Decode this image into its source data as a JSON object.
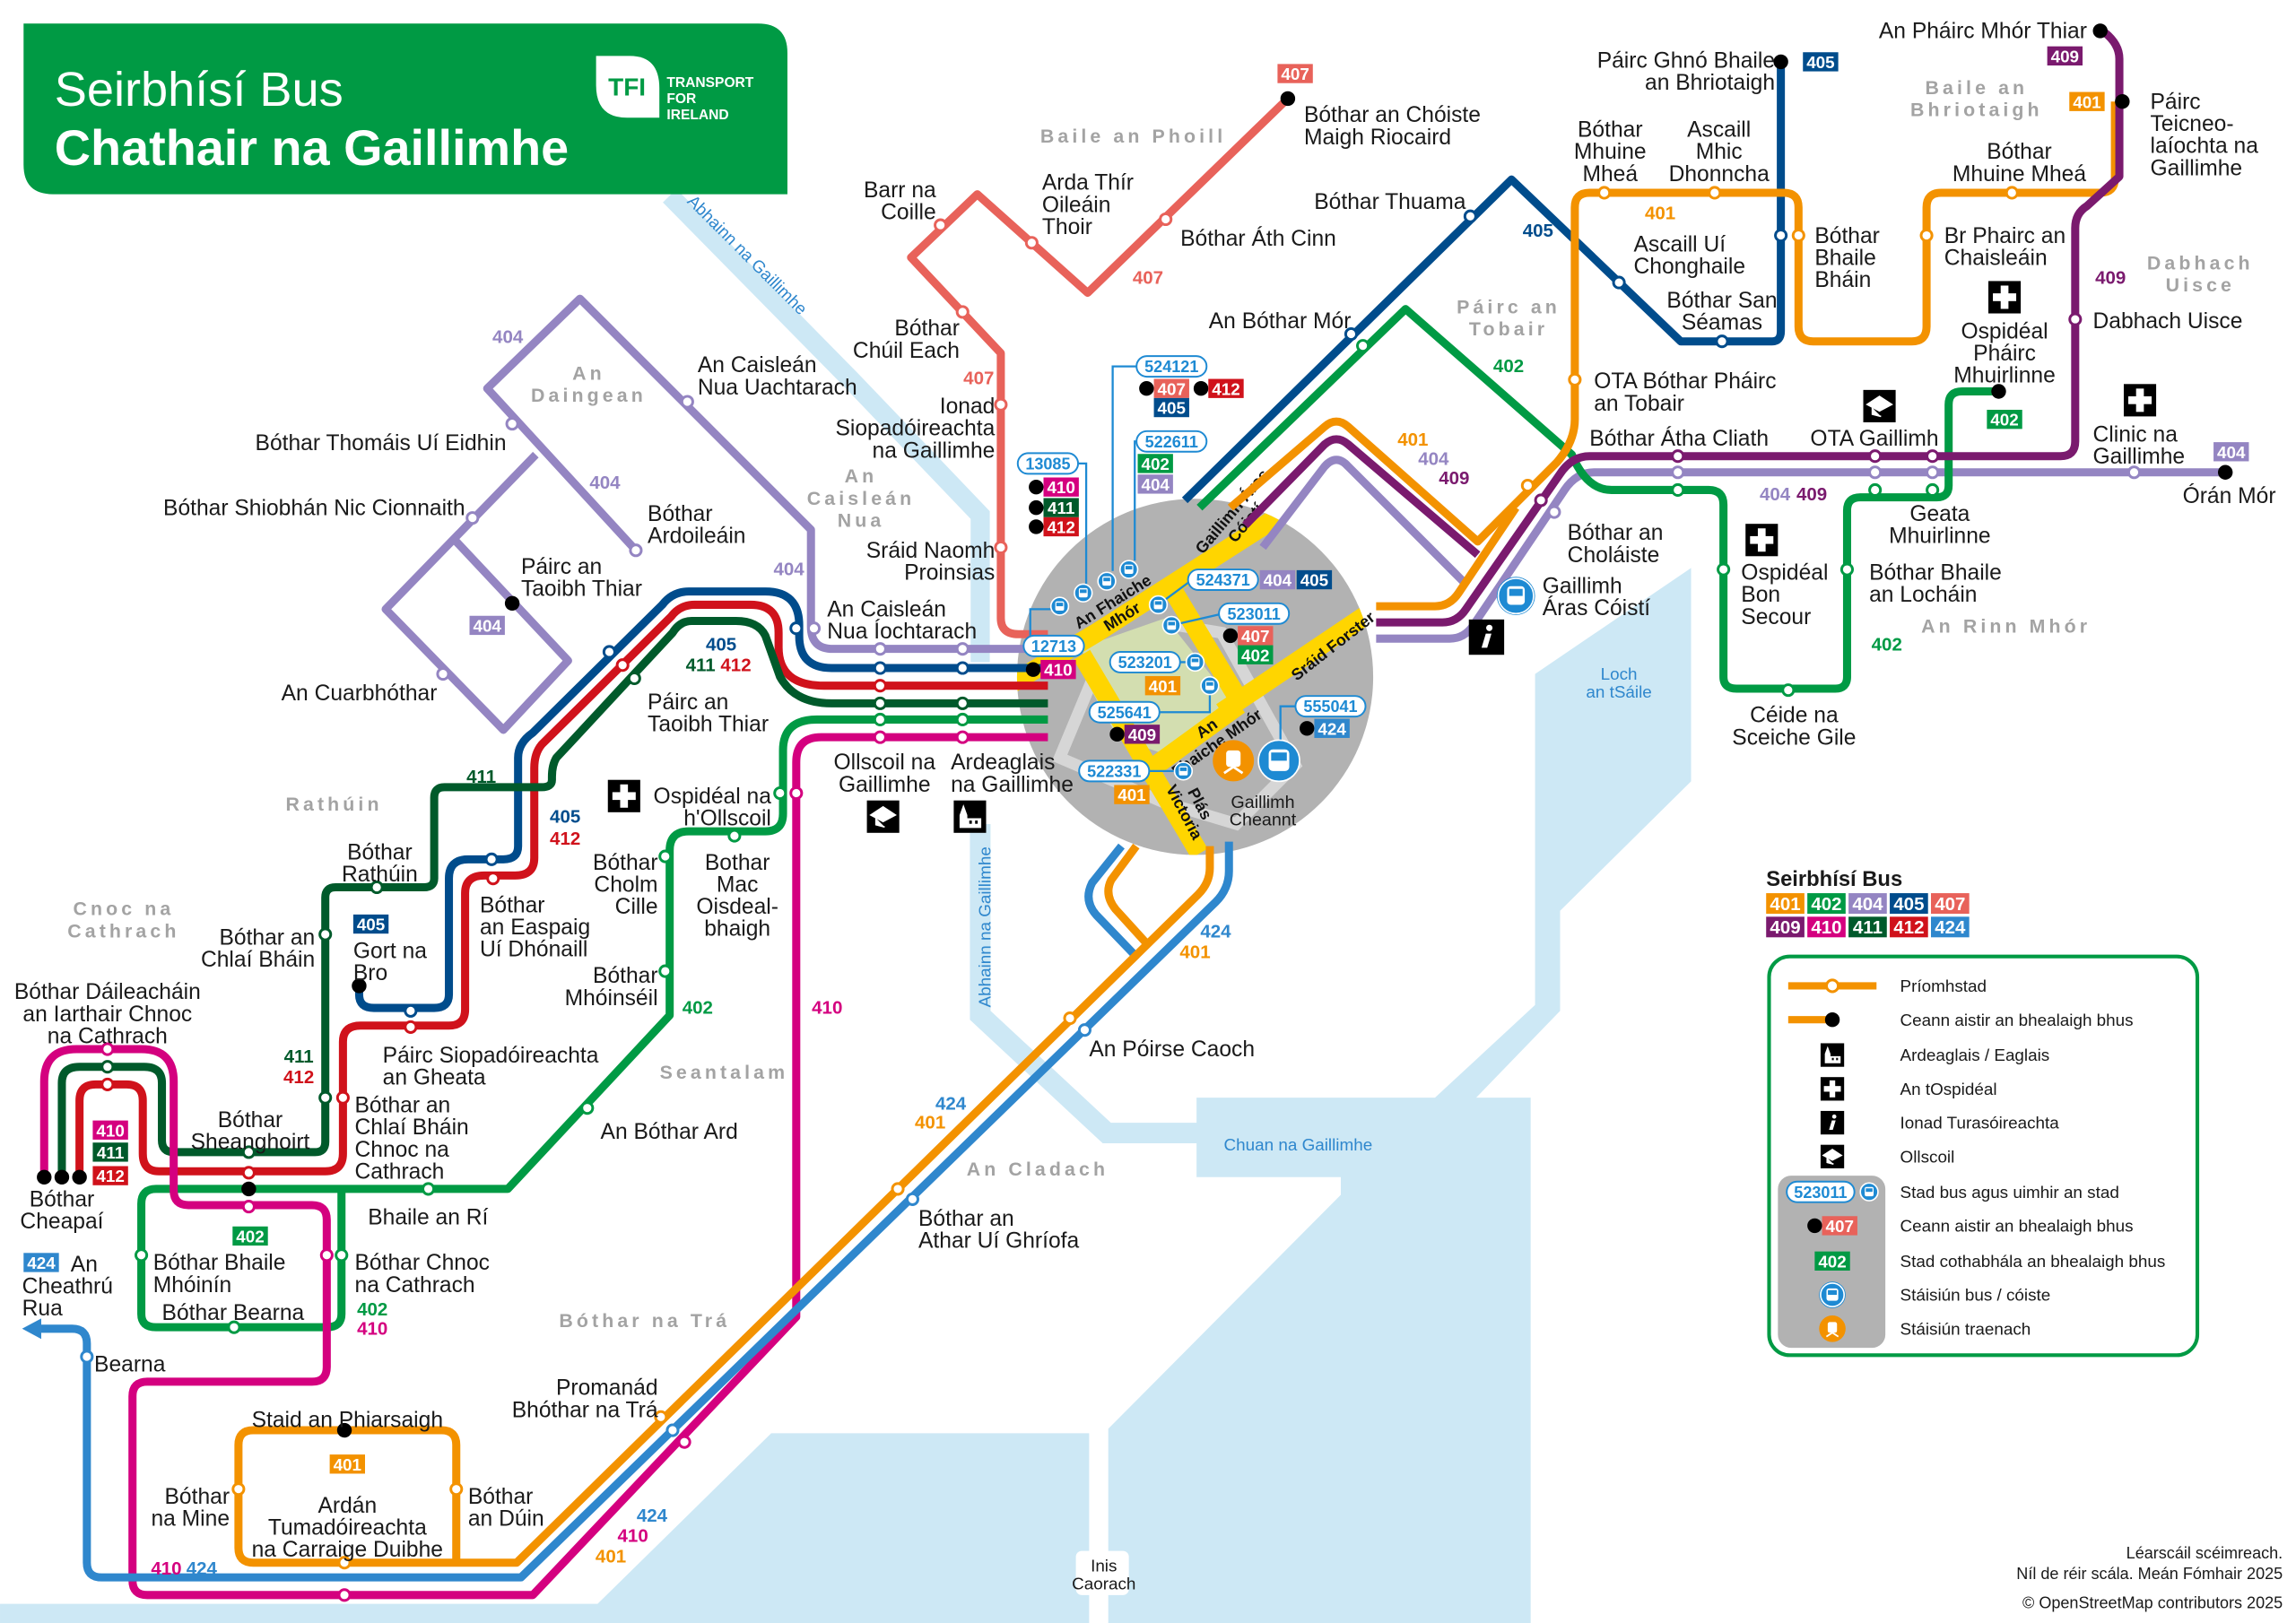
{
  "header": {
    "title_line1": "Seirbhísí Bus",
    "title_line2": "Chathair na Gaillimhe",
    "logo_mark": "TFI",
    "logo_text": [
      "TRANSPORT",
      "FOR",
      "IRELAND"
    ]
  },
  "routes": [
    {
      "id": "401",
      "color": "#F39200"
    },
    {
      "id": "402",
      "color": "#009A44"
    },
    {
      "id": "404",
      "color": "#9485C2"
    },
    {
      "id": "405",
      "color": "#004C8C"
    },
    {
      "id": "407",
      "color": "#E8625A"
    },
    {
      "id": "409",
      "color": "#7A1A6E"
    },
    {
      "id": "410",
      "color": "#D4007F"
    },
    {
      "id": "411",
      "color": "#005A2B"
    },
    {
      "id": "412",
      "color": "#D0121B"
    },
    {
      "id": "424",
      "color": "#2F87CD"
    }
  ],
  "stops": {
    "choiste": [
      "Bóthar an Chóiste",
      "Maigh Riocaird"
    ],
    "barr": [
      "Barr na",
      "Coille"
    ],
    "arda": [
      "Arda Thír",
      "Oileáin",
      "Thoir"
    ],
    "athcinn": [
      "Bóthar Áth Cinn"
    ],
    "chuil": [
      "Bóthar",
      "Chúil Each"
    ],
    "ionad": [
      "Ionad",
      "Siopadóireachta",
      "na Gaillimhe"
    ],
    "proinsias": [
      "Sráid Naomh",
      "Proinsias"
    ],
    "cnu_uacht": [
      "An Caisleán",
      "Nua Uachtarach"
    ],
    "thomais": [
      "Bóthar Thomáis Uí Eidhin"
    ],
    "shiobhan": [
      "Bóthar Shiobhán Nic Cionnaith"
    ],
    "ardoilean": [
      "Bóthar",
      "Ardoileáin"
    ],
    "ptt1": [
      "Páirc an",
      "Taoibh Thiar"
    ],
    "cuar": [
      "An Cuarbhóthar"
    ],
    "cnu_ioch": [
      "An Caisleán",
      "Nua Íochtarach"
    ],
    "ptt2": [
      "Páirc an",
      "Taoibh Thiar"
    ],
    "osp_oll": [
      "Ospidéal na",
      "h'Ollscoil"
    ],
    "ollscoil": [
      "Ollscoil na",
      "Gaillimhe"
    ],
    "ardeaglais": [
      "Ardeaglais",
      "na Gaillimhe"
    ],
    "rathuin_b": [
      "Bóthar",
      "Rathúin"
    ],
    "chlai": [
      "Bóthar an",
      "Chlaí Bháin"
    ],
    "gort": [
      "Gort na",
      "Bro"
    ],
    "easpaig": [
      "Bóthar",
      "an Easpaig",
      "Uí Dhónaill"
    ],
    "cholm": [
      "Bóthar",
      "Cholm",
      "Cille"
    ],
    "mac": [
      "Bothar",
      "Mac",
      "Oisdeal-",
      "bhaigh"
    ],
    "mhoinseil": [
      "Bóthar",
      "Mhóinséil"
    ],
    "daileachain": [
      "Bóthar Dáileacháin",
      "an Iarthair Chnoc",
      "na Cathrach"
    ],
    "gheata": [
      "Páirc Siopadóireachta",
      "an Gheata"
    ],
    "chnoc_cath": [
      "Bóthar an",
      "Chlaí Bháin",
      "Chnoc na",
      "Cathrach"
    ],
    "sheanghoirt": [
      "Bóthar",
      "Sheanghoirt"
    ],
    "ard": [
      "An Bóthar Ard"
    ],
    "bhaile_ri": [
      "Bhaile an Rí"
    ],
    "cheapai": [
      "Bóthar",
      "Cheapaí"
    ],
    "mhoinin": [
      "Bóthar Bhaile",
      "Mhóinín"
    ],
    "bearna_b": [
      "Bóthar Bearna"
    ],
    "chnoc2": [
      "Bóthar Chnoc",
      "na Cathrach"
    ],
    "cheathru": [
      "An",
      "Cheathrú",
      "Rua"
    ],
    "bearna": [
      "Bearna"
    ],
    "poirse": [
      "An Póirse Caoch"
    ],
    "athar": [
      "Bóthar an",
      "Athar Uí Ghríofa"
    ],
    "promanad": [
      "Promanád",
      "Bhóthar na Trá"
    ],
    "staid": [
      "Staid an Phiarsaigh"
    ],
    "mine": [
      "Bóthar",
      "na Mine"
    ],
    "ardan": [
      "Ardán",
      "Tumadóireachta",
      "na Carraige Duibhe"
    ],
    "duin": [
      "Bóthar",
      "an Dúin"
    ],
    "thuama": [
      "Bóthar Thuama"
    ],
    "bmor": [
      "An Bóthar Mór"
    ],
    "ghno": [
      "Páirc Ghnó Bhaile",
      "an Bhriotaigh"
    ],
    "mhuine1": [
      "Bóthar",
      "Mhuine",
      "Mheá"
    ],
    "dhonncha": [
      "Ascaill",
      "Mhic",
      "Dhonncha"
    ],
    "chonghaile": [
      "Ascaill Uí",
      "Chonghaile"
    ],
    "seamas": [
      "Bóthar San",
      "Séamas"
    ],
    "bhain": [
      "Bóthar",
      "Bhaile",
      "Bháin"
    ],
    "pmt": [
      "An Pháirc Mhór Thiar"
    ],
    "teic": [
      "Páirc",
      "Teicneo-",
      "laíochta na",
      "Gaillimhe"
    ],
    "mhuine2": [
      "Bóthar",
      "Mhuine Mheá"
    ],
    "chaislean": [
      "Br Phairc an",
      "Chaisleáin"
    ],
    "dabhach": [
      "Dabhach Uisce"
    ],
    "osp_mhuir": [
      "Ospidéal",
      "Pháirc",
      "Mhuirlinne"
    ],
    "clinic": [
      "Clinic na",
      "Gaillimhe"
    ],
    "oran": [
      "Órán Mór"
    ],
    "ota_tobair": [
      "OTA Bóthar Pháirc",
      "an Tobair"
    ],
    "atha_cliath": [
      "Bóthar Átha Cliath"
    ],
    "ota_gaillimh": [
      "OTA Gaillimh"
    ],
    "geata": [
      "Geata",
      "Mhuirlinne"
    ],
    "cholaiste": [
      "Bóthar an",
      "Choláiste"
    ],
    "aras": [
      "Gaillimh",
      "Áras Cóistí"
    ],
    "bon": [
      "Ospidéal",
      "Bon",
      "Secour"
    ],
    "lochain": [
      "Bóthar Bhaile",
      "an Locháin"
    ],
    "ceide": [
      "Céide na",
      "Sceiche Gile"
    ],
    "ceannt": [
      "Gaillimh",
      "Cheannt"
    ]
  },
  "areas": {
    "phoill": [
      "Baile an Phoill"
    ],
    "daingean": [
      "An",
      "Daingean"
    ],
    "cnua": [
      "An",
      "Caisleán",
      "Nua"
    ],
    "rathuin": [
      "Rathúin"
    ],
    "cnoc": [
      "Cnoc na",
      "Cathrach"
    ],
    "seantalam": [
      "Seantalam"
    ],
    "cladach": [
      "An Cladach"
    ],
    "tra": [
      "Bóthar na Trá"
    ],
    "bhriotaigh": [
      "Baile an",
      "Bhriotaigh"
    ],
    "tobair": [
      "Páirc an",
      "Tobair"
    ],
    "dabhach_a": [
      "Dabhach",
      "Uisce"
    ],
    "rinn": [
      "An Rinn Mhór"
    ]
  },
  "water": {
    "river1": [
      "Abhainn na Gaillimhe"
    ],
    "river2": [
      "Abhainn na Gaillimhe"
    ],
    "loch": [
      "Loch",
      "an tSáile"
    ],
    "chuan": [
      "Chuan na Gaillimhe"
    ],
    "inis": [
      "Inis",
      "Caorach"
    ]
  },
  "streets": {
    "fhaiche1": [
      "An Fhaiche",
      "Mhór"
    ],
    "aras_road": [
      "Gaillimh Áras",
      "Cóistí"
    ],
    "forster": [
      "Sráid Forster"
    ],
    "fhaiche2": [
      "An",
      "Fhaiche Mhór"
    ],
    "victoria": [
      "Plás",
      "Victoria"
    ]
  },
  "stop_codes": [
    {
      "code": "13085",
      "terminating": [
        "410",
        "411",
        "412"
      ],
      "routes": []
    },
    {
      "code": "524121",
      "terminating": [
        "407",
        "412"
      ],
      "routes": [
        "405"
      ]
    },
    {
      "code": "522611",
      "terminating": [],
      "routes": [
        "402",
        "404"
      ]
    },
    {
      "code": "12713",
      "terminating": [
        "410"
      ],
      "routes": []
    },
    {
      "code": "524371",
      "terminating": [],
      "routes": [
        "404",
        "405"
      ]
    },
    {
      "code": "523011",
      "terminating": [
        "407"
      ],
      "routes": [
        "402"
      ]
    },
    {
      "code": "523201",
      "terminating": [],
      "routes": [
        "401"
      ]
    },
    {
      "code": "525641",
      "terminating": [
        "409"
      ],
      "routes": []
    },
    {
      "code": "522331",
      "terminating": [],
      "routes": [
        "401"
      ]
    },
    {
      "code": "555041",
      "terminating": [
        "424"
      ],
      "routes": []
    }
  ],
  "legend": {
    "title": "Seirbhísí Bus",
    "route_rows": [
      [
        "401",
        "402",
        "404",
        "405",
        "407"
      ],
      [
        "409",
        "410",
        "411",
        "412",
        "424"
      ]
    ],
    "items": [
      {
        "label": "Príomhstad",
        "icon": "main-stop"
      },
      {
        "label": "Ceann aistir an bhealaigh bhus",
        "icon": "terminus-line"
      },
      {
        "label": "Ardeaglais / Eaglais",
        "icon": "church-icon"
      },
      {
        "label": "An tOspidéal",
        "icon": "hospital-icon"
      },
      {
        "label": "Ionad Turasóireachta",
        "icon": "info-icon"
      },
      {
        "label": "Ollscoil",
        "icon": "university-icon"
      },
      {
        "label": "Stad bus agus uimhir an stad",
        "icon": "bus-stop-icon"
      },
      {
        "label": "Ceann aistir an bhealaigh bhus",
        "icon": "terminus-dot"
      },
      {
        "label": "Stad cothabhála an bhealaigh bhus",
        "icon": "route-badge"
      },
      {
        "label": "Stáisiún bus / cóiste",
        "icon": "bus-station-icon"
      },
      {
        "label": "Stáisiún traenach",
        "icon": "train-station-icon"
      }
    ],
    "sample_code": "523011",
    "sample_terminus": "407",
    "sample_route": "402"
  },
  "footer": [
    "Léarscáil scéimreach.",
    "Níl de réir scála. Meán Fómhair 2025",
    "© OpenStreetMap contributors 2025"
  ]
}
